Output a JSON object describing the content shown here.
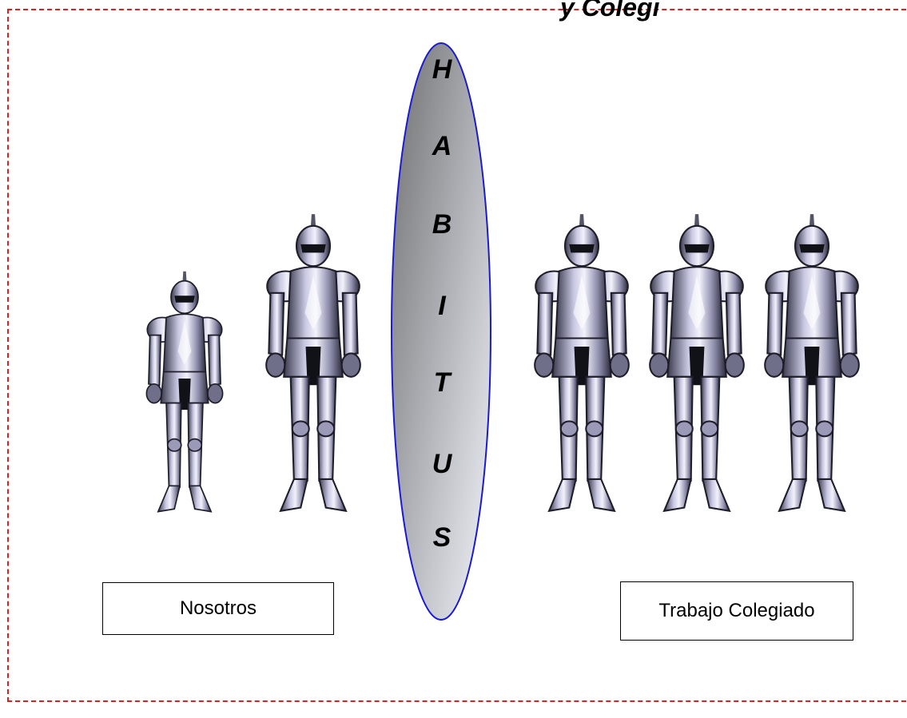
{
  "title_fragment": "y Colegi",
  "ellipse_letters": [
    "H",
    "A",
    "B",
    "I",
    "T",
    "U",
    "S"
  ],
  "labels": {
    "left": "Nosotros",
    "right": "Trabajo Colegiado"
  },
  "colors": {
    "frame_border": "#e41e1e",
    "ellipse_stroke": "#1a1ad6",
    "ellipse_gradient_start": "#7d7d7d",
    "ellipse_gradient_end": "#eef1f6",
    "armor_light": "#d9d9ee",
    "armor_mid": "#9a9ab8",
    "armor_dark": "#2a2a3a"
  },
  "figures": [
    {
      "name": "knight-small-left",
      "icon": "knight-armor-icon",
      "group": "Nosotros"
    },
    {
      "name": "knight-large-left",
      "icon": "knight-armor-icon",
      "group": "Nosotros"
    },
    {
      "name": "knight-right-1",
      "icon": "knight-armor-icon",
      "group": "Trabajo Colegiado"
    },
    {
      "name": "knight-right-2",
      "icon": "knight-armor-icon",
      "group": "Trabajo Colegiado"
    },
    {
      "name": "knight-right-3",
      "icon": "knight-armor-icon",
      "group": "Trabajo Colegiado"
    }
  ]
}
